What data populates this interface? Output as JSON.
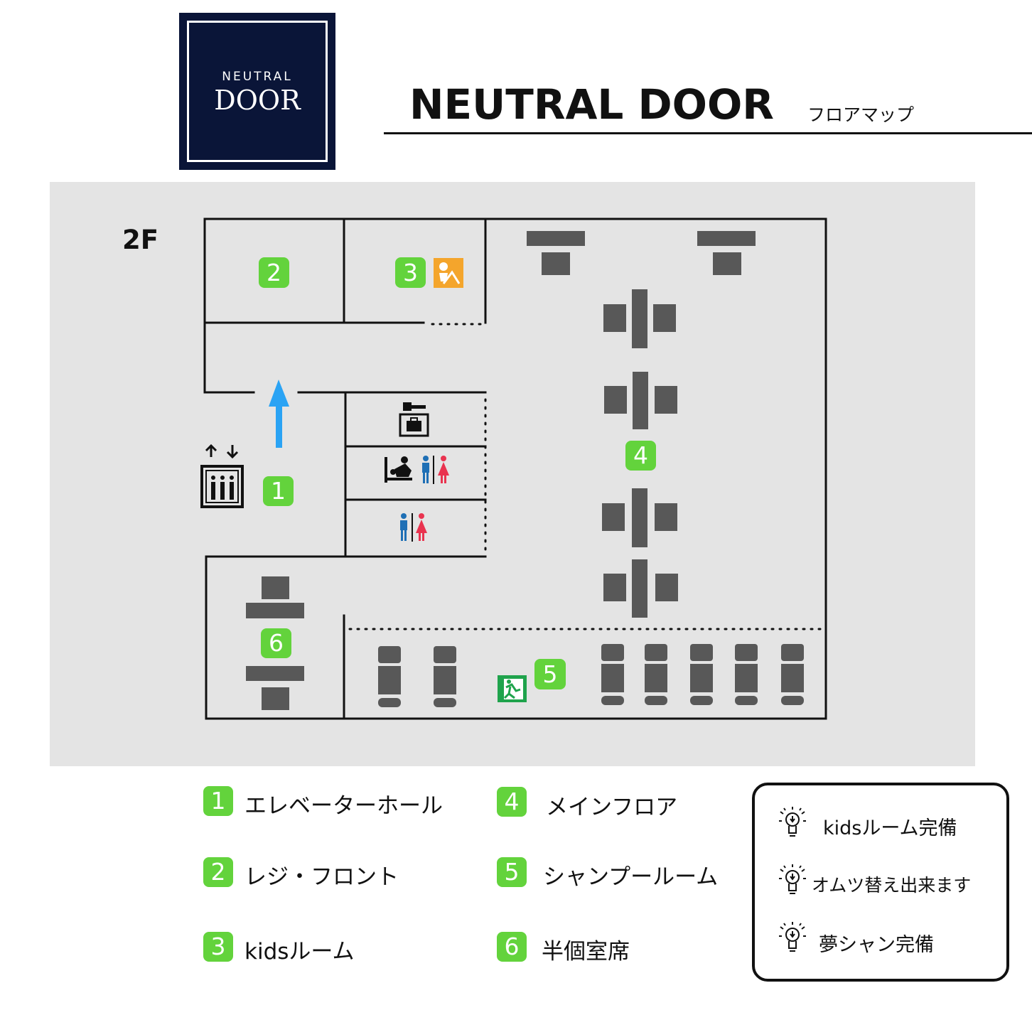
{
  "logo": {
    "line1": "NEUTRAL",
    "line2": "DOOR"
  },
  "header": {
    "title": "NEUTRAL DOOR",
    "subtitle": "フロアマップ"
  },
  "floor": {
    "label": "2F"
  },
  "badges": [
    "1",
    "2",
    "3",
    "4",
    "5",
    "6"
  ],
  "legend": [
    {
      "num": "1",
      "label": "エレベーターホール"
    },
    {
      "num": "2",
      "label": "レジ・フロント"
    },
    {
      "num": "3",
      "label": "kidsルーム"
    },
    {
      "num": "4",
      "label": "メインフロア"
    },
    {
      "num": "5",
      "label": "シャンプールーム"
    },
    {
      "num": "6",
      "label": "半個室席"
    }
  ],
  "features": [
    {
      "icon": "lightbulb-icon",
      "label": "kidsルーム完備"
    },
    {
      "icon": "lightbulb-icon",
      "label": "オムツ替え出来ます"
    },
    {
      "icon": "lightbulb-icon",
      "label": "夢シャン完備"
    }
  ],
  "colors": {
    "logo_bg": "#0a1538",
    "badge": "#63d33c",
    "map_bg": "#e4e4e4",
    "furniture": "#585858",
    "arrow": "#2aa3f4",
    "kids_icon": "#f4a52c",
    "exit_sign": "#1fa34c",
    "male": "#1e6fb5",
    "female": "#e9334f"
  }
}
